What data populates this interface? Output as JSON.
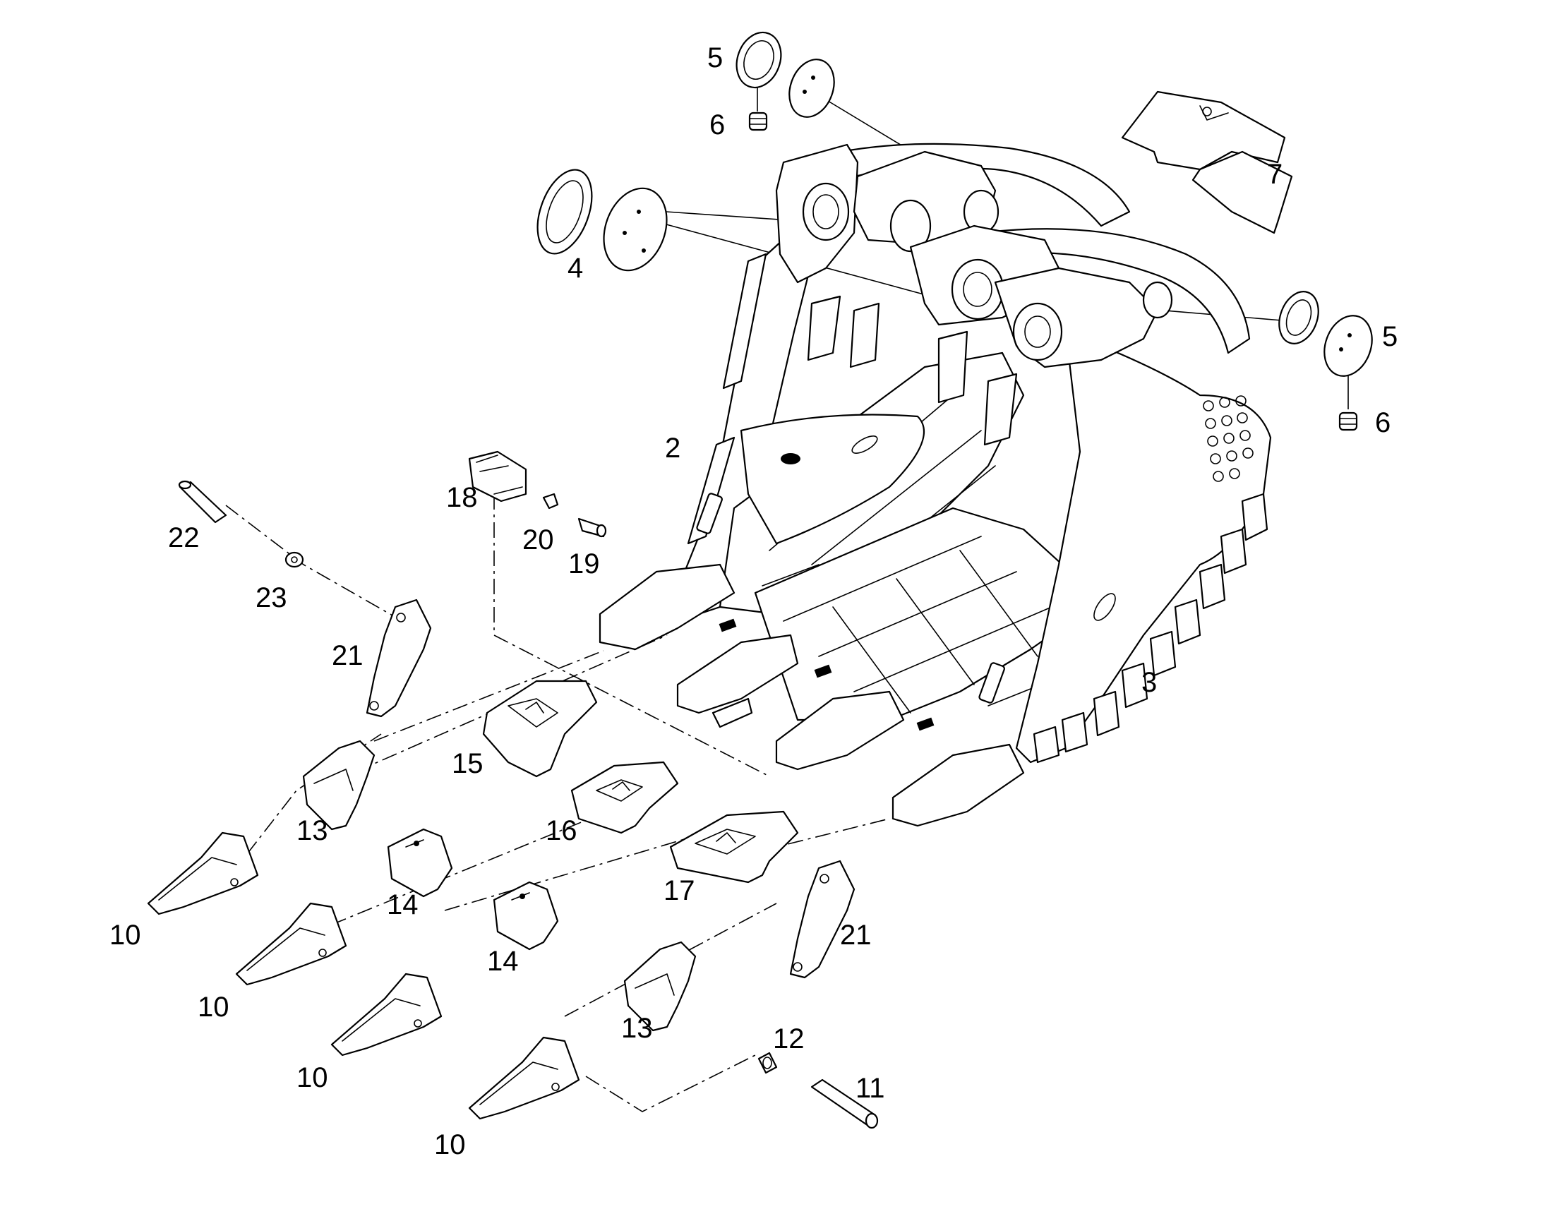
{
  "callouts": {
    "c2": "2",
    "c3": "3",
    "c4": "4",
    "c5a": "5",
    "c5b": "5",
    "c6a": "6",
    "c6b": "6",
    "c7": "7",
    "c10a": "10",
    "c10b": "10",
    "c10c": "10",
    "c10d": "10",
    "c11": "11",
    "c12": "12",
    "c13a": "13",
    "c13b": "13",
    "c14a": "14",
    "c14b": "14",
    "c15": "15",
    "c16": "16",
    "c17": "17",
    "c18": "18",
    "c19": "19",
    "c20": "20",
    "c21a": "21",
    "c21b": "21",
    "c22": "22",
    "c23": "23"
  },
  "colors": {
    "line": "#000000",
    "background": "#ffffff"
  }
}
